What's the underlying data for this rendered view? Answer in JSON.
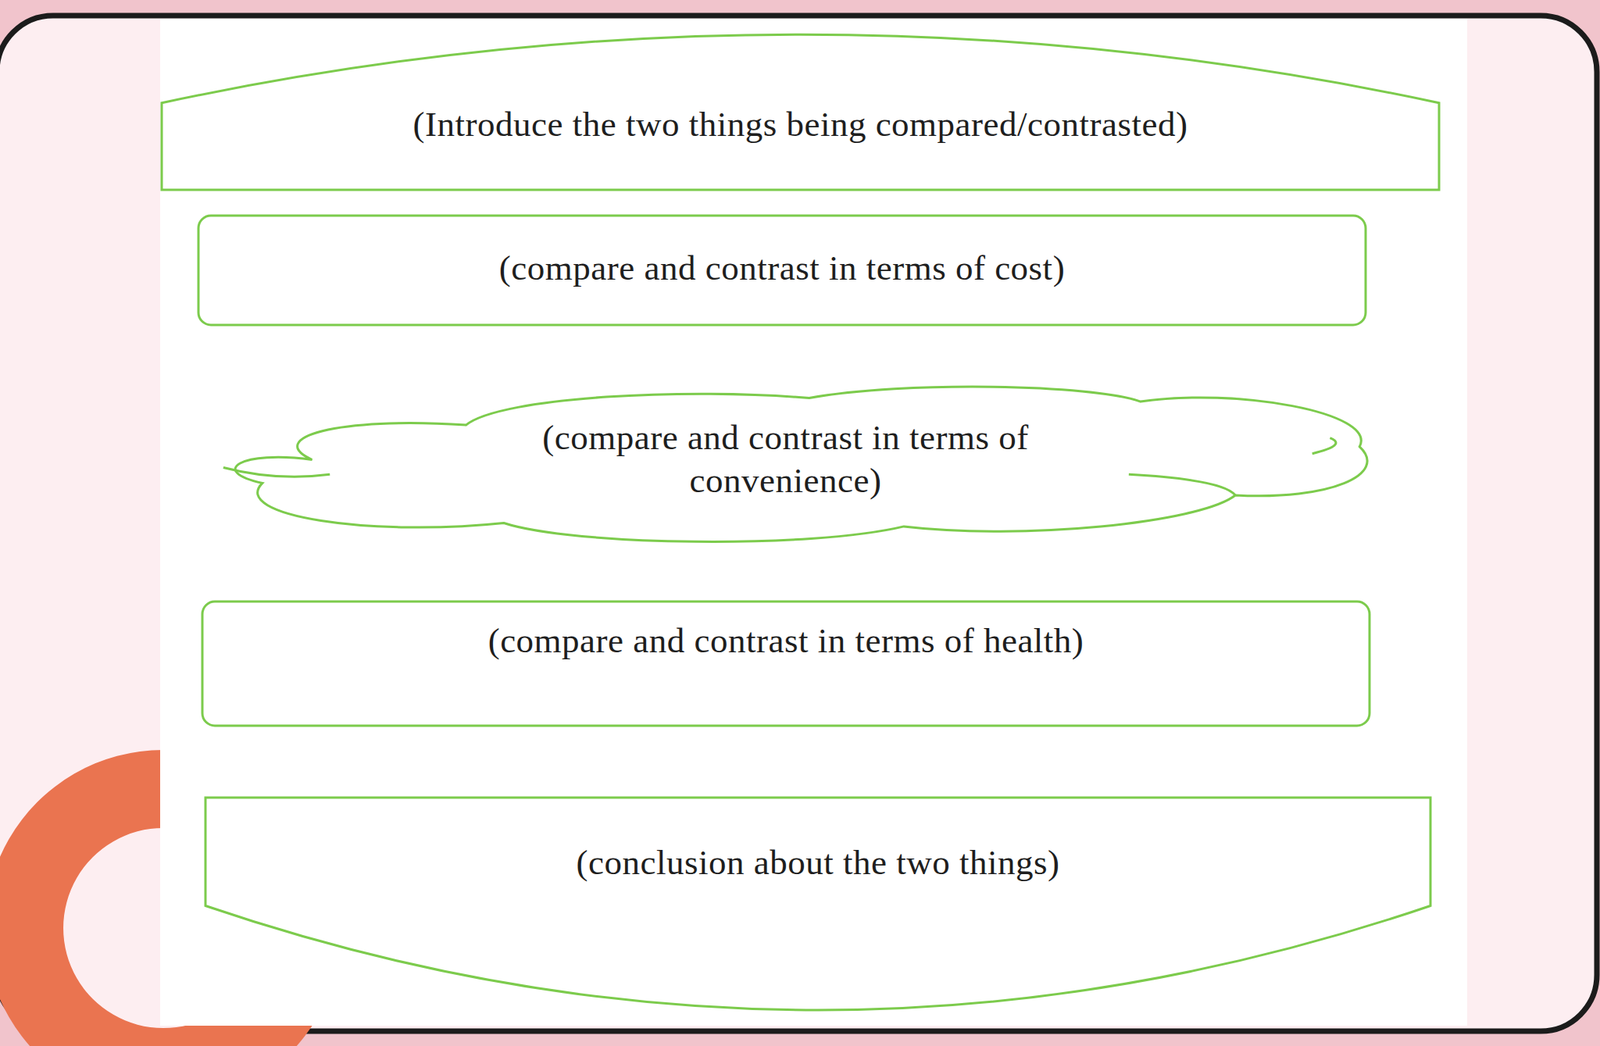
{
  "diagram": {
    "nodes": [
      {
        "text": [
          "(Introduce the two things being compared/contrasted)"
        ]
      },
      {
        "text": [
          "(compare and contrast in terms of cost)"
        ]
      },
      {
        "text": [
          "(compare and contrast in terms of convenience)"
        ]
      },
      {
        "text": [
          "(compare and contrast in terms of health)"
        ]
      },
      {
        "text": [
          "(conclusion about the two things)"
        ]
      }
    ]
  }
}
